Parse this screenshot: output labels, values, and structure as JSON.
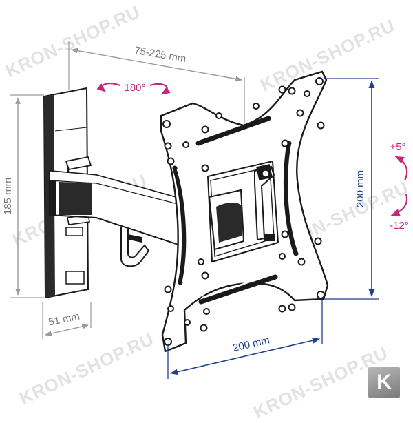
{
  "watermark": {
    "text": "KRON-SHOP.RU"
  },
  "dimensions": {
    "arm_extension": "75-225 mm",
    "swivel": "180°",
    "wall_plate_height": "185 mm",
    "wall_plate_width": "51 mm",
    "vesa_vertical": "200 mm",
    "vesa_horizontal": "200 mm",
    "tilt_up": "+5°",
    "tilt_down": "-12°"
  },
  "colors": {
    "dimension_line": "#9a9a9a",
    "vesa_dimension": "#1f3f8f",
    "rotation_arrow": "#c4287a",
    "outline": "#1a1a1a",
    "watermark": "#bebebe"
  },
  "logo": {
    "letter": "K"
  }
}
